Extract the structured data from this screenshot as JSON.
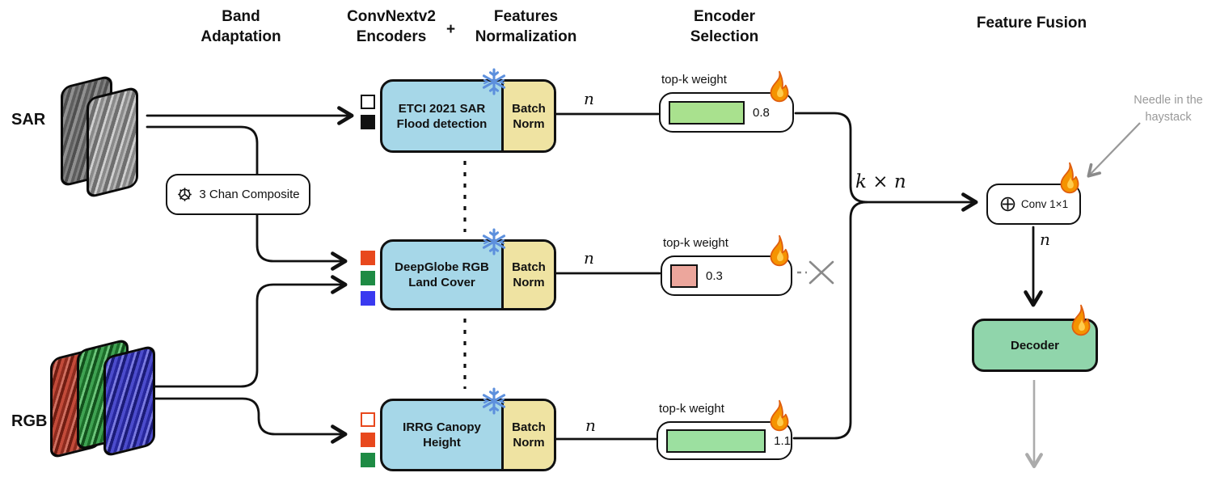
{
  "headers": {
    "band_adaptation": "Band\nAdaptation",
    "encoders": "ConvNextv2\nEncoders",
    "plus": "+",
    "normalization": "Features\nNormalization",
    "selection": "Encoder\nSelection",
    "fusion": "Feature Fusion"
  },
  "inputs": {
    "sar": "SAR",
    "rgb": "RGB"
  },
  "band_adaptation": {
    "composite": "3 Chan Composite"
  },
  "labels": {
    "n": "n",
    "kn": "k × n",
    "topk": "top-k weight"
  },
  "encoders": [
    {
      "name": "ETCI 2021 SAR\nFlood detection",
      "norm": "Batch\nNorm",
      "weight": "0.8",
      "bar_style": "width:90px;background:#a9e18e",
      "bands": [
        {
          "style": "background:#ffffff;border-color:#111111"
        },
        {
          "style": "background:#111111;border-color:#111111"
        }
      ]
    },
    {
      "name": "DeepGlobe RGB\nLand Cover",
      "norm": "Batch\nNorm",
      "weight": "0.3",
      "bar_style": "width:30px;background:#eca69c",
      "bands": [
        {
          "style": "background:#e8481d;border-color:#e8481d"
        },
        {
          "style": "background:#1e8b44;border-color:#1e8b44"
        },
        {
          "style": "background:#3a3af0;border-color:#3a3af0"
        }
      ]
    },
    {
      "name": "IRRG Canopy\nHeight",
      "norm": "Batch\nNorm",
      "weight": "1.1",
      "bar_style": "width:122px;background:#9ce0a0",
      "bands": [
        {
          "style": "background:#ffffff;border-color:#e8481d"
        },
        {
          "style": "background:#e8481d;border-color:#e8481d"
        },
        {
          "style": "background:#1e8b44;border-color:#1e8b44"
        }
      ]
    }
  ],
  "fusion": {
    "conv": "Conv 1×1",
    "decoder": "Decoder",
    "note": "Needle in the\nhaystack"
  },
  "colors": {
    "encoder_blue": "#a6d7e8",
    "batchnorm_yellow": "#efe3a2",
    "decoder_green": "#90d5ab",
    "weight_green": "#a9e18e",
    "weight_pink": "#eca69c",
    "snowflake_blue": "#5d90dd",
    "line_black": "#111111",
    "muted_gray": "#999999"
  }
}
